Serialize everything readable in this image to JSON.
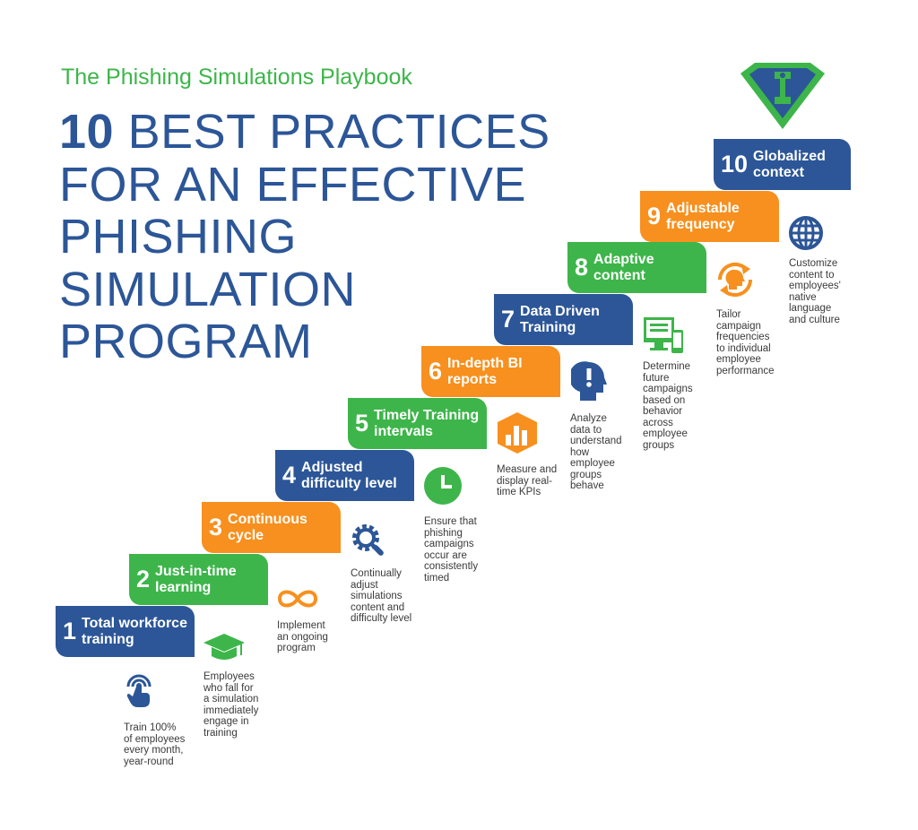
{
  "header": {
    "subtitle": "The Phishing Simulations Playbook",
    "title_number": "10",
    "title_line1": " BEST PRACTICES",
    "title_line2": "FOR AN EFFECTIVE",
    "title_line3": "PHISHING",
    "title_line4": "SIMULATION",
    "title_line5": "PROGRAM"
  },
  "colors": {
    "blue": "#2c5697",
    "green": "#3db54a",
    "orange": "#f7901e"
  },
  "steps": [
    {
      "num": "1",
      "label": "Total workforce\ntraining",
      "color": "blue",
      "icon": "touch-icon",
      "desc": "Train 100%\nof employees\nevery month,\nyear-round"
    },
    {
      "num": "2",
      "label": "Just-in-time\nlearning",
      "color": "green",
      "icon": "graduation-cap-icon",
      "desc": "Employees\nwho fall for\na simulation\nimmediately\nengage in\ntraining"
    },
    {
      "num": "3",
      "label": "Continuous\ncycle",
      "color": "orange",
      "icon": "infinity-icon",
      "desc": "Implement\nan ongoing\nprogram"
    },
    {
      "num": "4",
      "label": "Adjusted\ndifficulty level",
      "color": "blue",
      "icon": "gear-wrench-icon",
      "desc": "Continually\nadjust\nsimulations\ncontent and\ndifficulty level"
    },
    {
      "num": "5",
      "label": "Timely Training\nintervals",
      "color": "green",
      "icon": "clock-icon",
      "desc": "Ensure that\nphishing\ncampaigns\noccur are\nconsistently\ntimed"
    },
    {
      "num": "6",
      "label": "In-depth BI\nreports",
      "color": "orange",
      "icon": "bar-chart-icon",
      "desc": "Measure and\ndisplay real-\ntime KPIs"
    },
    {
      "num": "7",
      "label": "Data Driven\nTraining",
      "color": "blue",
      "icon": "head-alert-icon",
      "desc": "Analyze\ndata to\nunderstand\nhow\nemployee\ngroups\nbehave"
    },
    {
      "num": "8",
      "label": "Adaptive\ncontent",
      "color": "green",
      "icon": "devices-icon",
      "desc": "Determine\nfuture\ncampaigns\nbased on\nbehavior\nacross\nemployee\ngroups"
    },
    {
      "num": "9",
      "label": "Adjustable\nfrequency",
      "color": "orange",
      "icon": "head-refresh-icon",
      "desc": "Tailor\ncampaign\nfrequencies\nto individual\nemployee\nperformance"
    },
    {
      "num": "10",
      "label": "Globalized\ncontext",
      "color": "blue",
      "icon": "globe-icon",
      "desc": "Customize\ncontent to\nemployees'\nnative\nlanguage\nand culture"
    }
  ]
}
